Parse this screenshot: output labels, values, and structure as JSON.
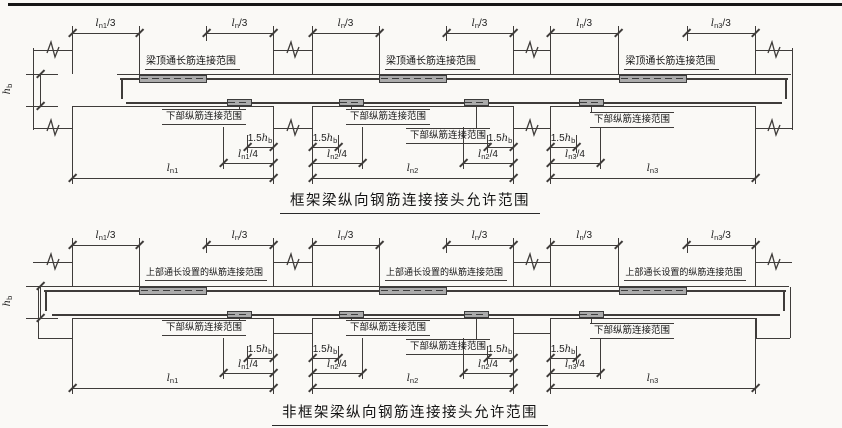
{
  "colors": {
    "background": "#faf9f6",
    "line": "#3f3c3a",
    "rebar": "#2e2c2a",
    "connector_fill": "#ababab",
    "frame_border": "#161616",
    "text": "#1e1e1e"
  },
  "diagrams": [
    {
      "name": "frame-beam",
      "caption": "框架梁纵向钢筋连接接头允许范围",
      "beam_depth_label": "hb",
      "support_type": "column",
      "spans": [
        {
          "span_dim": "ln1",
          "top_dims": [
            "ln1/3",
            "ln/3"
          ],
          "top_zone_label": "梁顶通长筋连接范围"
        },
        {
          "span_dim": "ln2",
          "top_dims": [
            "ln/3",
            "ln/3"
          ],
          "top_zone_label": "梁顶通长筋连接范围"
        },
        {
          "span_dim": "ln3",
          "top_dims": [
            "ln/3",
            "ln3/3"
          ],
          "top_zone_label": "梁顶通长筋连接范围"
        }
      ],
      "bottom_zones": [
        {
          "label": "下部纵筋连接范围",
          "dims": [
            "1.5hb",
            "ln1/4"
          ]
        },
        {
          "label": "下部纵筋连接范围",
          "dims": [
            "1.5hb",
            "ln2/4"
          ]
        },
        {
          "label": "下部纵筋连接范围",
          "dims": [
            "1.5hb",
            "ln2/4"
          ]
        },
        {
          "label": "下部纵筋连接范围",
          "dims": [
            "1.5hb",
            "ln3/4"
          ]
        }
      ]
    },
    {
      "name": "non-frame-beam",
      "caption": "非框架梁纵向钢筋连接接头允许范围",
      "beam_depth_label": "hb",
      "support_type": "girder",
      "spans": [
        {
          "span_dim": "ln1",
          "top_dims": [
            "ln1/3",
            "ln/3"
          ],
          "top_zone_label": "上部通长设置的纵筋连接范围"
        },
        {
          "span_dim": "ln2",
          "top_dims": [
            "ln/3",
            "ln/3"
          ],
          "top_zone_label": "上部通长设置的纵筋连接范围"
        },
        {
          "span_dim": "ln3",
          "top_dims": [
            "ln/3",
            "ln3/3"
          ],
          "top_zone_label": "上部通长设置的纵筋连接范围"
        }
      ],
      "bottom_zones": [
        {
          "label": "下部纵筋连接范围",
          "dims": [
            "1.5hb",
            "ln1/4"
          ]
        },
        {
          "label": "下部纵筋连接范围",
          "dims": [
            "1.5hb",
            "ln2/4"
          ]
        },
        {
          "label": "下部纵筋连接范围",
          "dims": [
            "1.5hb",
            "ln2/4"
          ]
        },
        {
          "label": "下部纵筋连接范围",
          "dims": [
            "1.5hb",
            "ln3/4"
          ]
        }
      ]
    }
  ]
}
